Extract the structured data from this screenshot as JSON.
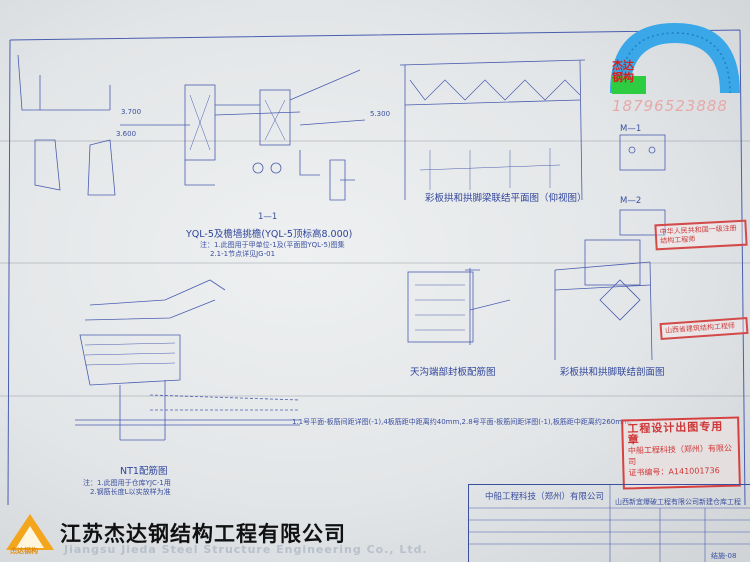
{
  "brand": {
    "name": "杰达",
    "name2": "钢构",
    "phone": "18796523888",
    "logo_text": "杰达钢构",
    "company_cn": "江苏杰达钢结构工程有限公司",
    "company_en": "Jiangsu Jieda Steel Structure Engineering Co., Ltd."
  },
  "drawing": {
    "title_parapet": "YQL-5及檐墙挑檐(YQL-5顶标高8.000)",
    "title_arch_plan": "彩板拱和拱脚梁联结平面图（仰视图）",
    "title_gutter": "天沟端部封板配筋图",
    "title_arch_section": "彩板拱和拱脚联结剖面图",
    "title_nt1": "NT1配筋图",
    "section_1": "1—1",
    "label_m1": "M—1",
    "label_m2": "M—2",
    "elev_3700": "3.700",
    "elev_3600": "3.600",
    "elev_5300": "5.300",
    "note_1": "1.1号平面-板筋间距详图(-1),4板筋距中距离约40mm,2.8号平面-板筋间距详图(-1),板筋距中距离约260mm。",
    "note_nt1_a": "注：1.此图用于仓库YJC-1用",
    "note_nt1_b": "2.钢筋长度L以实放样为准",
    "note_yql": "注：1.此图用于甲单位-1及(平面图YQL-5)图集",
    "note_yql2": "2.1-1节点详见JG-01"
  },
  "title_block": {
    "firm": "中船工程科技（郑州）有限公司",
    "project": "山西新宜爆破工程有限公司新建仓库工程",
    "sheet": "结施-08"
  },
  "design_stamp": {
    "heading": "工程设计出图专用章",
    "firm": "中船工程科技（郑州）有限公司",
    "cert_label": "证书编号",
    "cert": "A141001736"
  },
  "stamps": {
    "s1": "中华人民共和国一级注册结构工程师",
    "s2": "山西省建筑结构工程师"
  },
  "colors": {
    "ink": "#3b4fa0",
    "stamp": "#d64040",
    "brand": "#d61f1f"
  }
}
